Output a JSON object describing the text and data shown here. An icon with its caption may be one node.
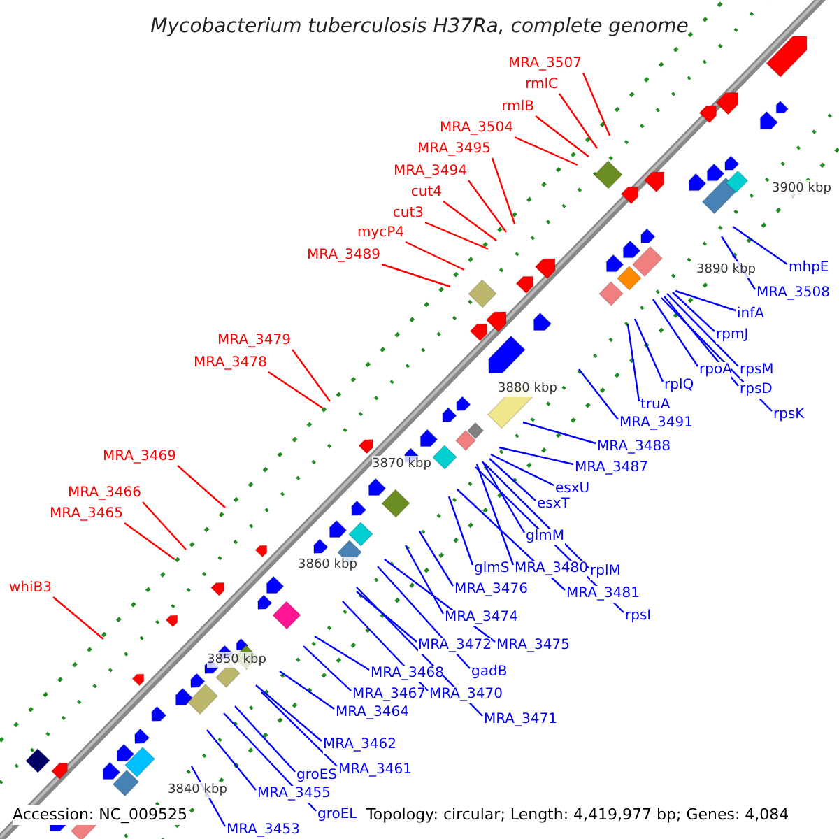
{
  "diagram": {
    "title": "Mycobacterium tuberculosis H37Ra, complete genome",
    "nodes": [
      {
        "text": [
          "MRA_3507"
        ]
      },
      {
        "text": [
          "rmlC"
        ]
      },
      {
        "text": [
          "rmlB"
        ]
      },
      {
        "text": [
          "MRA_3504"
        ]
      },
      {
        "text": [
          "MRA_3495"
        ]
      },
      {
        "text": [
          "MRA_3494"
        ]
      },
      {
        "text": [
          "cut4"
        ]
      },
      {
        "text": [
          "cut3"
        ]
      },
      {
        "text": [
          "mycP4"
        ]
      },
      {
        "text": [
          "MRA_3489"
        ]
      },
      {
        "text": [
          "MRA_3479"
        ]
      },
      {
        "text": [
          "MRA_3478"
        ]
      },
      {
        "text": [
          "MRA_3469"
        ]
      },
      {
        "text": [
          "MRA_3466"
        ]
      },
      {
        "text": [
          "MRA_3465"
        ]
      },
      {
        "text": [
          "whiB3"
        ]
      },
      {
        "text": [
          "mhpE"
        ]
      },
      {
        "text": [
          "MRA_3508"
        ]
      },
      {
        "text": [
          "infA"
        ]
      },
      {
        "text": [
          "rpmJ"
        ]
      },
      {
        "text": [
          "rpoA"
        ]
      },
      {
        "text": [
          "rpsM"
        ]
      },
      {
        "text": [
          "rpsD"
        ]
      },
      {
        "text": [
          "rplQ"
        ]
      },
      {
        "text": [
          "truA"
        ]
      },
      {
        "text": [
          "rpsK"
        ]
      },
      {
        "text": [
          "MRA_3491"
        ]
      },
      {
        "text": [
          "MRA_3488"
        ]
      },
      {
        "text": [
          "MRA_3487"
        ]
      },
      {
        "text": [
          "esxU"
        ]
      },
      {
        "text": [
          "esxT"
        ]
      },
      {
        "text": [
          "glmM"
        ]
      },
      {
        "text": [
          "glmS"
        ]
      },
      {
        "text": [
          "MRA_3480"
        ]
      },
      {
        "text": [
          "rplM"
        ]
      },
      {
        "text": [
          "MRA_3476"
        ]
      },
      {
        "text": [
          "MRA_3481"
        ]
      },
      {
        "text": [
          "MRA_3474"
        ]
      },
      {
        "text": [
          "rpsI"
        ]
      },
      {
        "text": [
          "MRA_3472"
        ]
      },
      {
        "text": [
          "MRA_3475"
        ]
      },
      {
        "text": [
          "gadB"
        ]
      },
      {
        "text": [
          "MRA_3468"
        ]
      },
      {
        "text": [
          "MRA_3467"
        ]
      },
      {
        "text": [
          "MRA_3470"
        ]
      },
      {
        "text": [
          "MRA_3464"
        ]
      },
      {
        "text": [
          "MRA_3471"
        ]
      },
      {
        "text": [
          "MRA_3462"
        ]
      },
      {
        "text": [
          "MRA_3461"
        ]
      },
      {
        "text": [
          "groES"
        ]
      },
      {
        "text": [
          "MRA_3455"
        ]
      },
      {
        "text": [
          "groEL"
        ]
      },
      {
        "text": [
          "MRA_3453"
        ]
      }
    ],
    "edges": [
      {
        "from": 0,
        "to": null,
        "arrow": "none",
        "color": "#ff0000"
      },
      {
        "from": 1,
        "to": null,
        "arrow": "none",
        "color": "#ff0000"
      },
      {
        "from": 2,
        "to": null,
        "arrow": "none",
        "color": "#ff0000"
      },
      {
        "from": 3,
        "to": null,
        "arrow": "none",
        "color": "#ff0000"
      },
      {
        "from": 4,
        "to": null,
        "arrow": "none",
        "color": "#ff0000"
      },
      {
        "from": 5,
        "to": null,
        "arrow": "none",
        "color": "#ff0000"
      },
      {
        "from": 6,
        "to": null,
        "arrow": "none",
        "color": "#ff0000"
      },
      {
        "from": 7,
        "to": null,
        "arrow": "none",
        "color": "#ff0000"
      },
      {
        "from": 8,
        "to": null,
        "arrow": "none",
        "color": "#ff0000"
      },
      {
        "from": 9,
        "to": null,
        "arrow": "none",
        "color": "#ff0000"
      },
      {
        "from": 10,
        "to": null,
        "arrow": "none",
        "color": "#ff0000"
      },
      {
        "from": 11,
        "to": null,
        "arrow": "none",
        "color": "#ff0000"
      },
      {
        "from": 12,
        "to": null,
        "arrow": "none",
        "color": "#ff0000"
      },
      {
        "from": 13,
        "to": null,
        "arrow": "none",
        "color": "#ff0000"
      },
      {
        "from": 14,
        "to": null,
        "arrow": "none",
        "color": "#ff0000"
      },
      {
        "from": 15,
        "to": null,
        "arrow": "none",
        "color": "#ff0000"
      },
      {
        "from": 16,
        "to": null,
        "arrow": "none"
      },
      {
        "from": 17,
        "to": null,
        "arrow": "none"
      },
      {
        "from": 18,
        "to": null,
        "arrow": "none"
      },
      {
        "from": 19,
        "to": null,
        "arrow": "none"
      },
      {
        "from": 20,
        "to": null,
        "arrow": "none"
      },
      {
        "from": 21,
        "to": null,
        "arrow": "none"
      },
      {
        "from": 22,
        "to": null,
        "arrow": "none"
      },
      {
        "from": 23,
        "to": null,
        "arrow": "none"
      },
      {
        "from": 24,
        "to": null,
        "arrow": "none"
      },
      {
        "from": 25,
        "to": null,
        "arrow": "none"
      },
      {
        "from": 26,
        "to": null,
        "arrow": "none"
      },
      {
        "from": 27,
        "to": null,
        "arrow": "none"
      },
      {
        "from": 28,
        "to": null,
        "arrow": "none"
      },
      {
        "from": 29,
        "to": null,
        "arrow": "none"
      },
      {
        "from": 30,
        "to": null,
        "arrow": "none"
      },
      {
        "from": 31,
        "to": null,
        "arrow": "none"
      },
      {
        "from": 32,
        "to": null,
        "arrow": "none"
      },
      {
        "from": 33,
        "to": null,
        "arrow": "none"
      },
      {
        "from": 34,
        "to": null,
        "arrow": "none"
      },
      {
        "from": 35,
        "to": null,
        "arrow": "none"
      },
      {
        "from": 36,
        "to": null,
        "arrow": "none"
      },
      {
        "from": 37,
        "to": null,
        "arrow": "none"
      },
      {
        "from": 38,
        "to": null,
        "arrow": "none"
      },
      {
        "from": 39,
        "to": null,
        "arrow": "none"
      },
      {
        "from": 40,
        "to": null,
        "arrow": "none"
      },
      {
        "from": 41,
        "to": null,
        "arrow": "none"
      },
      {
        "from": 42,
        "to": null,
        "arrow": "none"
      },
      {
        "from": 43,
        "to": null,
        "arrow": "none"
      },
      {
        "from": 44,
        "to": null,
        "arrow": "none"
      },
      {
        "from": 45,
        "to": null,
        "arrow": "none"
      },
      {
        "from": 46,
        "to": null,
        "arrow": "none"
      },
      {
        "from": 47,
        "to": null,
        "arrow": "none"
      },
      {
        "from": 48,
        "to": null,
        "arrow": "none"
      },
      {
        "from": 49,
        "to": null,
        "arrow": "none"
      },
      {
        "from": 50,
        "to": null,
        "arrow": "none"
      },
      {
        "from": 51,
        "to": null,
        "arrow": "none"
      },
      {
        "from": 52,
        "to": null,
        "arrow": "none"
      }
    ],
    "labels": [
      "3900 kbp",
      "3890 kbp",
      "3880 kbp",
      "3870 kbp",
      "3860 kbp",
      "3850 kbp",
      "3840 kbp",
      "Accession: NC_009525",
      "Topology: circular; Length: 4,419,977 bp; Genes: 4,084"
    ]
  }
}
